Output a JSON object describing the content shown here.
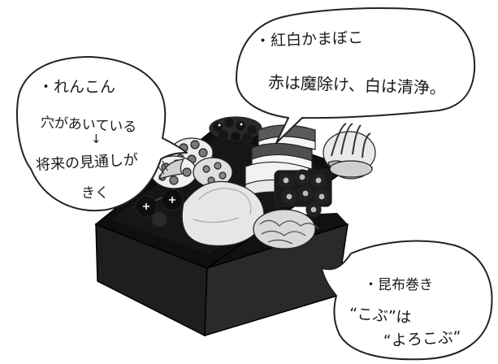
{
  "kamaboko": {
    "title": "・紅白かまぼこ",
    "meaning": "赤は魔除け、白は清浄。"
  },
  "renkon": {
    "title": "・れんこん",
    "line1": "穴があいている",
    "arrow": "↓",
    "line2": "将来の見通しが",
    "line3": "きく"
  },
  "kobumaki": {
    "title": "・昆布巻き",
    "line1": "“こぶ”は",
    "line2": "“よろこぶ”"
  },
  "colors": {
    "ink": "#1a1a1a",
    "box_black": "#1c1c1c",
    "kamaboko_red": "#5a5a5a",
    "kamaboko_white": "#f4f4f4"
  },
  "icons": [
    "speech-bubble",
    "osechi-box",
    "lotus-root",
    "kamaboko",
    "kombu-roll",
    "black-bean",
    "shrimp",
    "kuromame-skewer"
  ]
}
